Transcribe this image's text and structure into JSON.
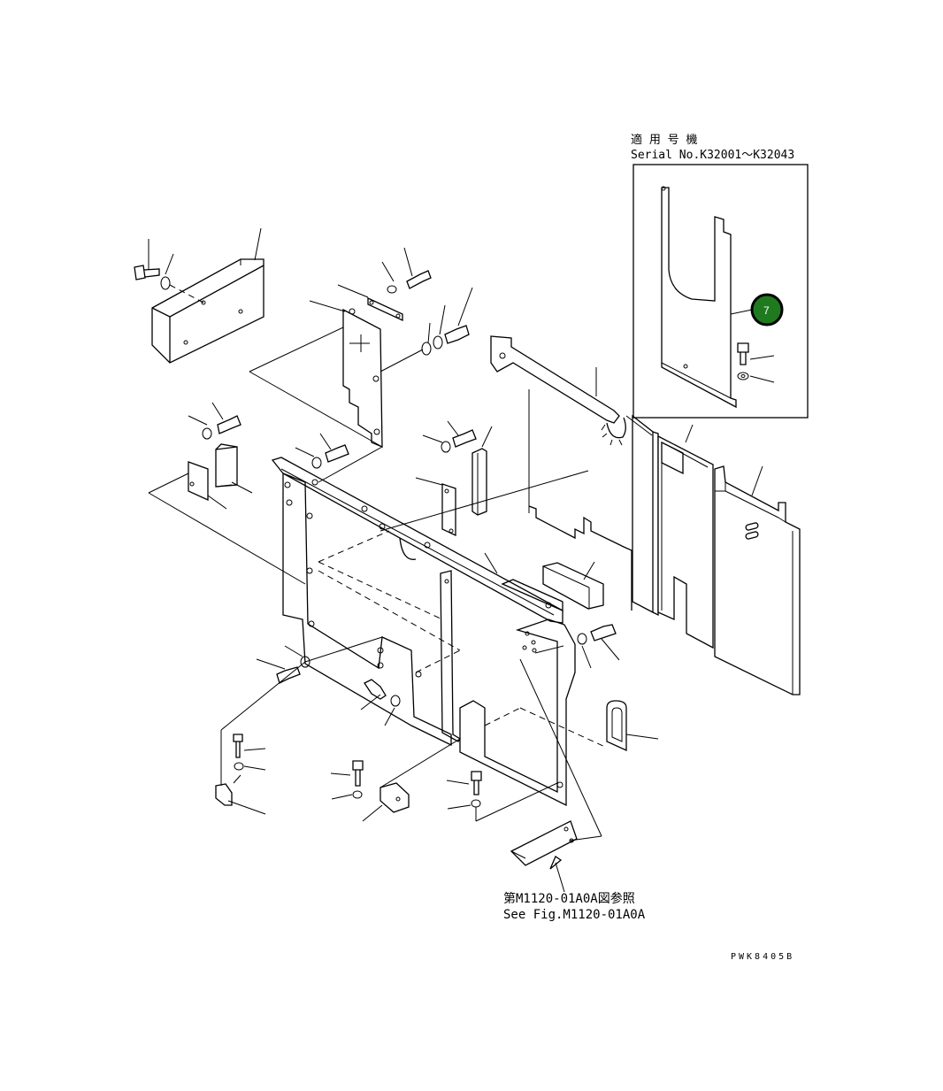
{
  "serial_box": {
    "heading_jp": "適 用 号 機",
    "serial_text": "Serial No.K32001～K32043"
  },
  "reference_note": {
    "text_jp": "第M1120-01A0A図参照",
    "text_en": "See Fig.M1120-01A0A"
  },
  "drawing_code": "PWK8405B",
  "callout_marker": {
    "label": "7",
    "color": "#1f7a1f"
  }
}
